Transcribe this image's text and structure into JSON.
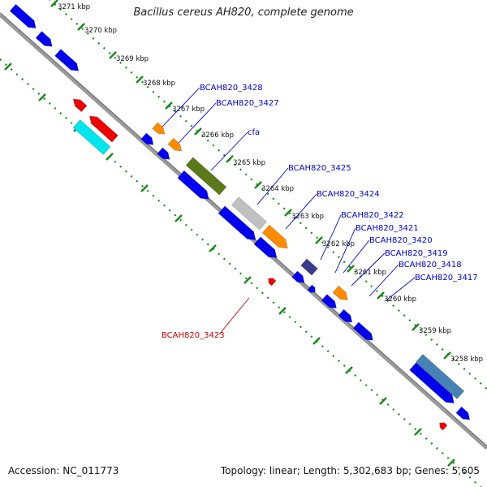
{
  "title": "Bacillus cereus AH820, complete genome",
  "footer": {
    "accession": "Accession: NC_011773",
    "summary": "Topology: linear; Length: 5,302,683 bp; Genes: 5,605"
  },
  "colors": {
    "label_blue": "#0000cc",
    "label_red": "#cc0000",
    "ruler_green": "#1a8a1a",
    "backbone": "#808080"
  },
  "ticks": [
    {
      "label": "3271 kbp"
    },
    {
      "label": "3270 kbp"
    },
    {
      "label": "3269 kbp"
    },
    {
      "label": "3268 kbp"
    },
    {
      "label": "3267 kbp"
    },
    {
      "label": "3266 kbp"
    },
    {
      "label": "3265 kbp"
    },
    {
      "label": "3264 kbp"
    },
    {
      "label": "3263 kbp"
    },
    {
      "label": "3262 kbp"
    },
    {
      "label": "3261 kbp"
    },
    {
      "label": "3260 kbp"
    },
    {
      "label": "3259 kbp"
    },
    {
      "label": "3258 kbp"
    }
  ],
  "gene_labels": [
    {
      "text": "BCAH820_3428",
      "color": "#0000cc"
    },
    {
      "text": "BCAH820_3427",
      "color": "#0000cc"
    },
    {
      "text": "cfa",
      "color": "#0000cc"
    },
    {
      "text": "BCAH820_3425",
      "color": "#0000cc"
    },
    {
      "text": "BCAH820_3424",
      "color": "#0000cc"
    },
    {
      "text": "BCAH820_3422",
      "color": "#0000cc"
    },
    {
      "text": "BCAH820_3421",
      "color": "#0000cc"
    },
    {
      "text": "BCAH820_3420",
      "color": "#0000cc"
    },
    {
      "text": "BCAH820_3419",
      "color": "#0000cc"
    },
    {
      "text": "BCAH820_3418",
      "color": "#0000cc"
    },
    {
      "text": "BCAH820_3417",
      "color": "#0000cc"
    },
    {
      "text": "BCAH820_3423",
      "color": "#cc0000"
    }
  ],
  "features": [
    {
      "name": "gene-blue",
      "color": "#0000ee"
    },
    {
      "name": "gene-orange",
      "color": "#ff8c00"
    },
    {
      "name": "gene-olive",
      "color": "#5a7a1a"
    },
    {
      "name": "gene-grey",
      "color": "#c0c0c0"
    },
    {
      "name": "gene-purple",
      "color": "#3a3a8a"
    },
    {
      "name": "gene-red",
      "color": "#ee0000"
    },
    {
      "name": "gene-cyan",
      "color": "#00e5ee"
    },
    {
      "name": "gene-steelblue",
      "color": "#4682b4"
    }
  ]
}
